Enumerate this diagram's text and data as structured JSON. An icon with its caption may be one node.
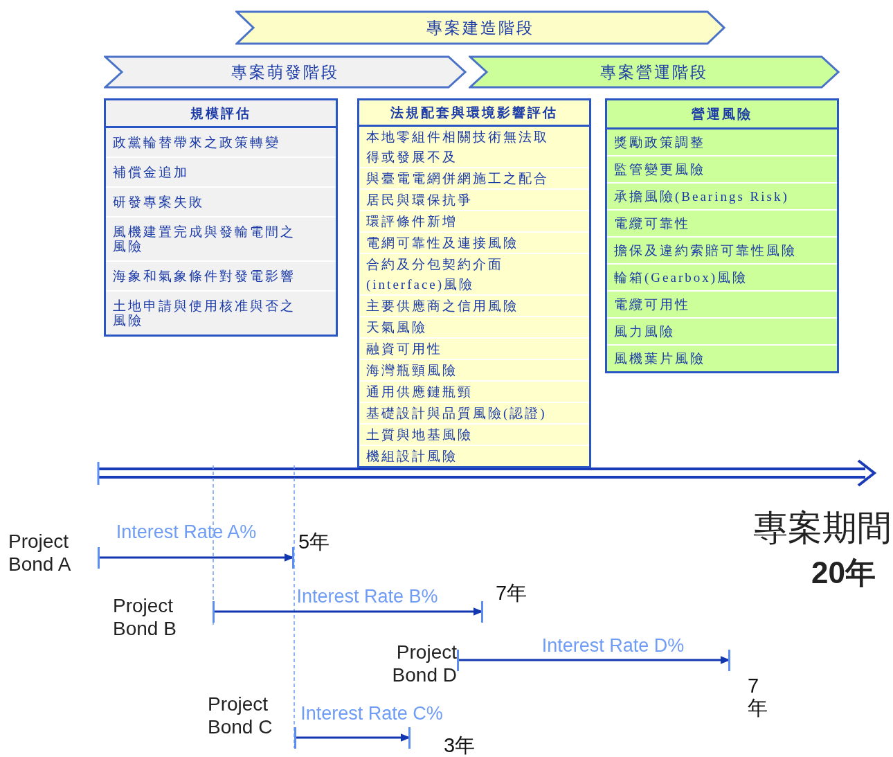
{
  "diagram": {
    "nodes": [
      {
        "text": [
          "專案建造階段"
        ]
      },
      {
        "text": [
          "專案萌發階段"
        ]
      },
      {
        "text": [
          "專案營運階段"
        ]
      },
      {
        "text": [
          "規模評估",
          "政黨輪替帶來之政策轉變",
          "補償金追加",
          "研發專案失敗",
          "風機建置完成與發輸電間之風險",
          "海象和氣象條件對發電影響",
          "土地申請與使用核准與否之風險"
        ]
      },
      {
        "text": [
          "法規配套與環境影響評估",
          "本地零組件相關技術無法取得或發展不及",
          "與臺電電網併網施工之配合",
          "居民與環保抗爭",
          "環評條件新增",
          "電網可靠性及連接風險",
          "合約及分包契約介面(interface)風險",
          "主要供應商之信用風險",
          "天氣風險",
          "融資可用性",
          "海灣瓶頸風險",
          "通用供應鏈瓶頸",
          "基礎設計與品質風險(認證)",
          "土質與地基風險",
          "機組設計風險"
        ]
      },
      {
        "text": [
          "營運風險",
          "獎勵政策調整",
          "監管變更風險",
          "承擔風險(Bearings Risk)",
          "電纜可靠性",
          "擔保及違約索賠可靠性風險",
          "輪箱(Gearbox)風險",
          "電纜可用性",
          "風力風險",
          "風機葉片風險"
        ]
      },
      {
        "text": [
          "Project Bond A"
        ]
      },
      {
        "text": [
          "5年"
        ]
      },
      {
        "text": [
          "Project Bond B"
        ]
      },
      {
        "text": [
          "7年"
        ]
      },
      {
        "text": [
          "Project Bond D"
        ]
      },
      {
        "text": [
          "7年"
        ]
      },
      {
        "text": [
          "Project Bond C"
        ]
      },
      {
        "text": [
          "3年"
        ]
      }
    ],
    "edges": [
      {
        "from": 6,
        "to": 7,
        "arrow": "to",
        "label": "Interest Rate A%"
      },
      {
        "from": 8,
        "to": 9,
        "arrow": "to",
        "label": "Interest Rate B%"
      },
      {
        "from": 10,
        "to": 11,
        "arrow": "to",
        "label": "Interest Rate D%"
      },
      {
        "from": 12,
        "to": 13,
        "arrow": "to",
        "label": "Interest Rate C%"
      }
    ],
    "labels": [
      "專案期間",
      "20年"
    ]
  }
}
